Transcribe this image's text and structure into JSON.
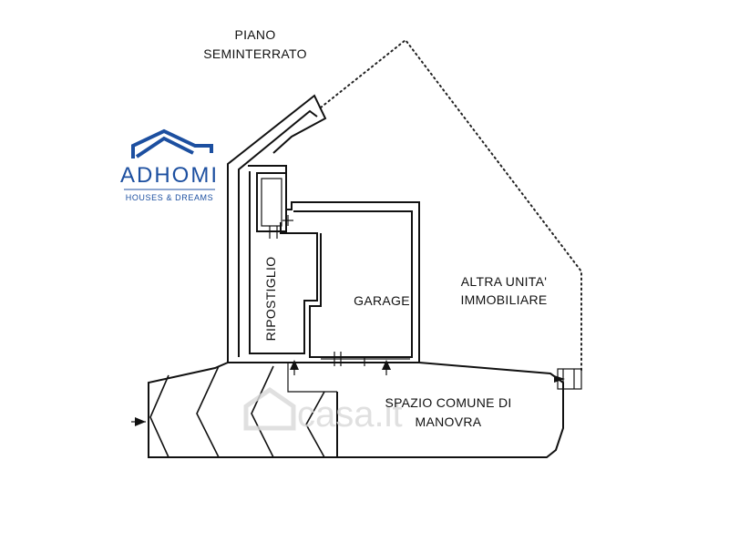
{
  "floor_label": {
    "line1": "PIANO",
    "line2": "SEMINTERRATO"
  },
  "rooms": {
    "ripostiglio": "RIPOSTIGLIO",
    "garage": "GARAGE",
    "other_unit_line1": "ALTRA UNITA'",
    "other_unit_line2": "IMMOBILIARE",
    "common_line1": "SPAZIO COMUNE DI",
    "common_line2": "MANOVRA"
  },
  "logo": {
    "name": "ADHOMI",
    "tagline": "HOUSES & DREAMS",
    "color": "#1c4fa0"
  },
  "watermark": {
    "text": "casa.it",
    "icon": "house-icon"
  }
}
